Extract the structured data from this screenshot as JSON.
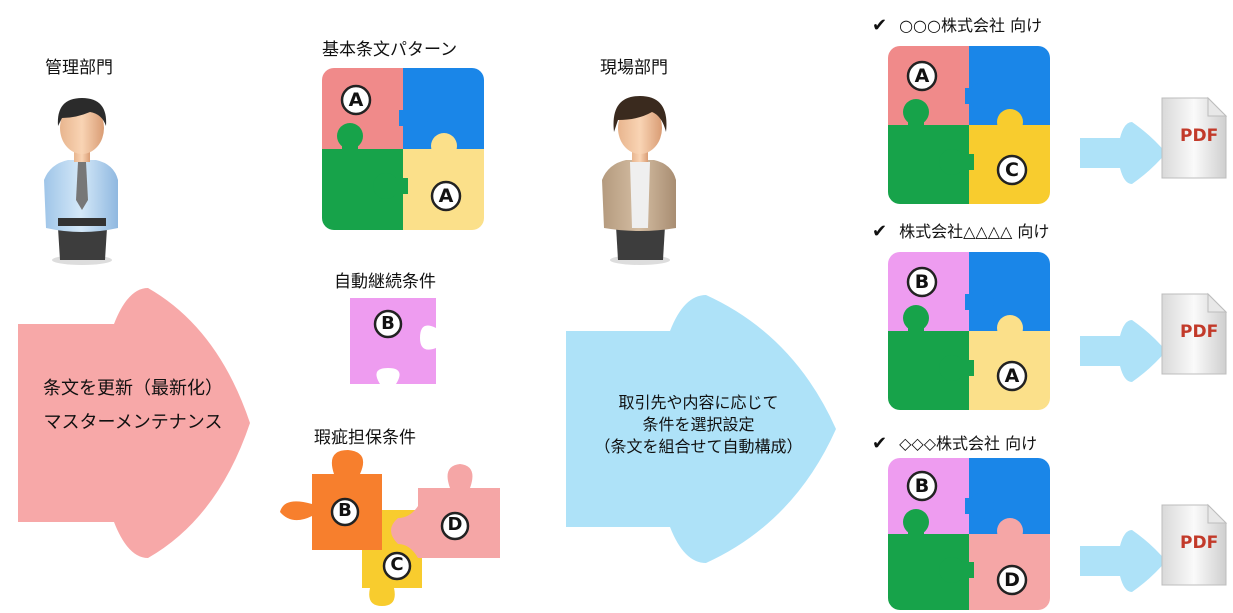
{
  "left": {
    "admin_label": "管理部門",
    "arrow_line1": "条文を更新（最新化）",
    "arrow_line2": "マスターメンテナンス"
  },
  "middle": {
    "basic_title": "基本条文パターン",
    "auto_title": "自動継続条件",
    "warranty_title": "瑕疵担保条件",
    "basic_letters": [
      "A",
      "A"
    ],
    "auto_letter": "B",
    "warranty_letters": [
      "B",
      "C",
      "D"
    ]
  },
  "center": {
    "field_label": "現場部門",
    "arrow_line1": "取引先や内容に応じて",
    "arrow_line2": "条件を選択設定",
    "arrow_line3": "（条文を組合せて自動構成）"
  },
  "outputs": [
    {
      "check": "✔",
      "label": "○○○株式会社 向け",
      "letters": [
        "A",
        "C"
      ],
      "pdf": "PDF"
    },
    {
      "check": "✔",
      "label": "株式会社△△△△ 向け",
      "letters": [
        "B",
        "A"
      ],
      "pdf": "PDF"
    },
    {
      "check": "✔",
      "label": "◇◇◇株式会社 向け",
      "letters": [
        "B",
        "D"
      ],
      "pdf": "PDF"
    }
  ],
  "colors": {
    "pink": "#f08a8a",
    "blue": "#1a86e8",
    "green": "#17a34a",
    "yellow": "#fbe08a",
    "gold": "#f8cc2e",
    "violet": "#ee9cf0",
    "orange": "#f77f2d",
    "rose": "#f5a6a6",
    "arrow_pink": "#f7a8a8",
    "arrow_blue": "#aee2f8"
  }
}
